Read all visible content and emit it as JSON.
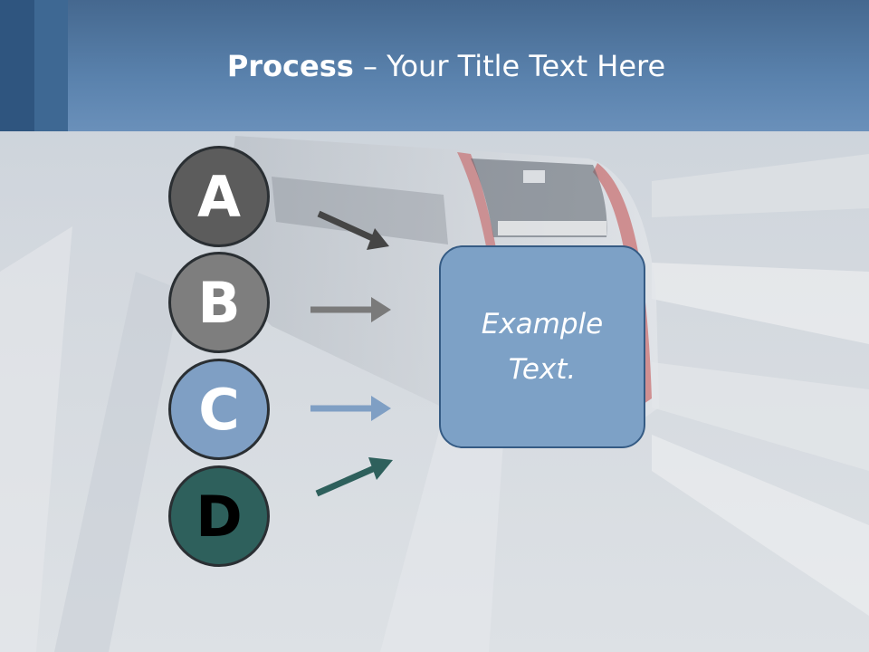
{
  "slide": {
    "title_bold": "Process",
    "title_rest": " – Your Title Text Here"
  },
  "steps": [
    {
      "letter": "A",
      "color": "#5c5c5c"
    },
    {
      "letter": "B",
      "color": "#7e7e7e"
    },
    {
      "letter": "C",
      "color": "#7f9fc4"
    },
    {
      "letter": "D",
      "color": "#2e605c"
    }
  ],
  "arrow_colors": [
    "#454545",
    "#7a7a7a",
    "#7f9fc4",
    "#2e605c"
  ],
  "box": {
    "line1": "Example",
    "line2": "Text.",
    "fill": "#7da1c6"
  },
  "colors": {
    "header": "#5a82ad",
    "header_strip": "#2f557f"
  }
}
